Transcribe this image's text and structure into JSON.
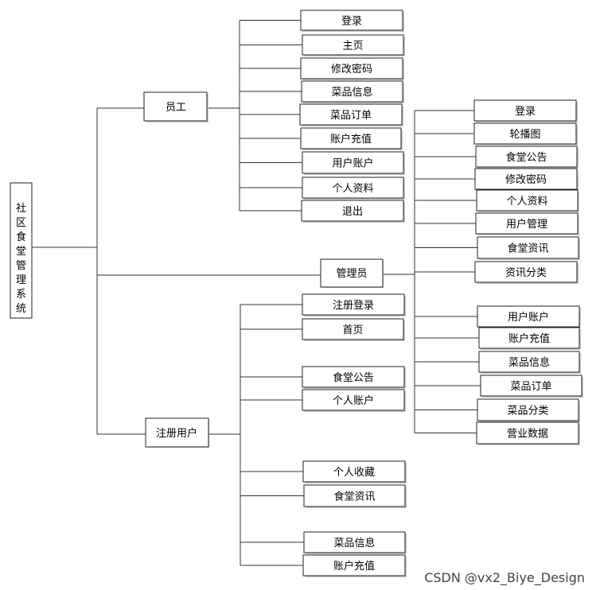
{
  "root": {
    "label_chars": [
      "社",
      "区",
      "食",
      "堂",
      "管",
      "理",
      "系",
      "统"
    ]
  },
  "branches": {
    "employee": {
      "label": "员工",
      "items": [
        "登录",
        "主页",
        "修改密码",
        "菜品信息",
        "菜品订单",
        "账户充值",
        "用户账户",
        "个人资料",
        "退出"
      ]
    },
    "admin": {
      "label": "管理员",
      "items": [
        "登录",
        "轮播图",
        "食堂公告",
        "修改密码",
        "个人资料",
        "用户管理",
        "食堂资讯",
        "资讯分类",
        "用户账户",
        "账户充值",
        "菜品信息",
        "菜品订单",
        "菜品分类",
        "营业数据"
      ]
    },
    "user": {
      "label": "注册用户",
      "items": [
        "注册登录",
        "首页",
        "食堂公告",
        "个人账户",
        "个人收藏",
        "食堂资讯",
        "菜品信息",
        "账户充值"
      ]
    }
  },
  "watermark": "CSDN @vx2_Biye_Design"
}
